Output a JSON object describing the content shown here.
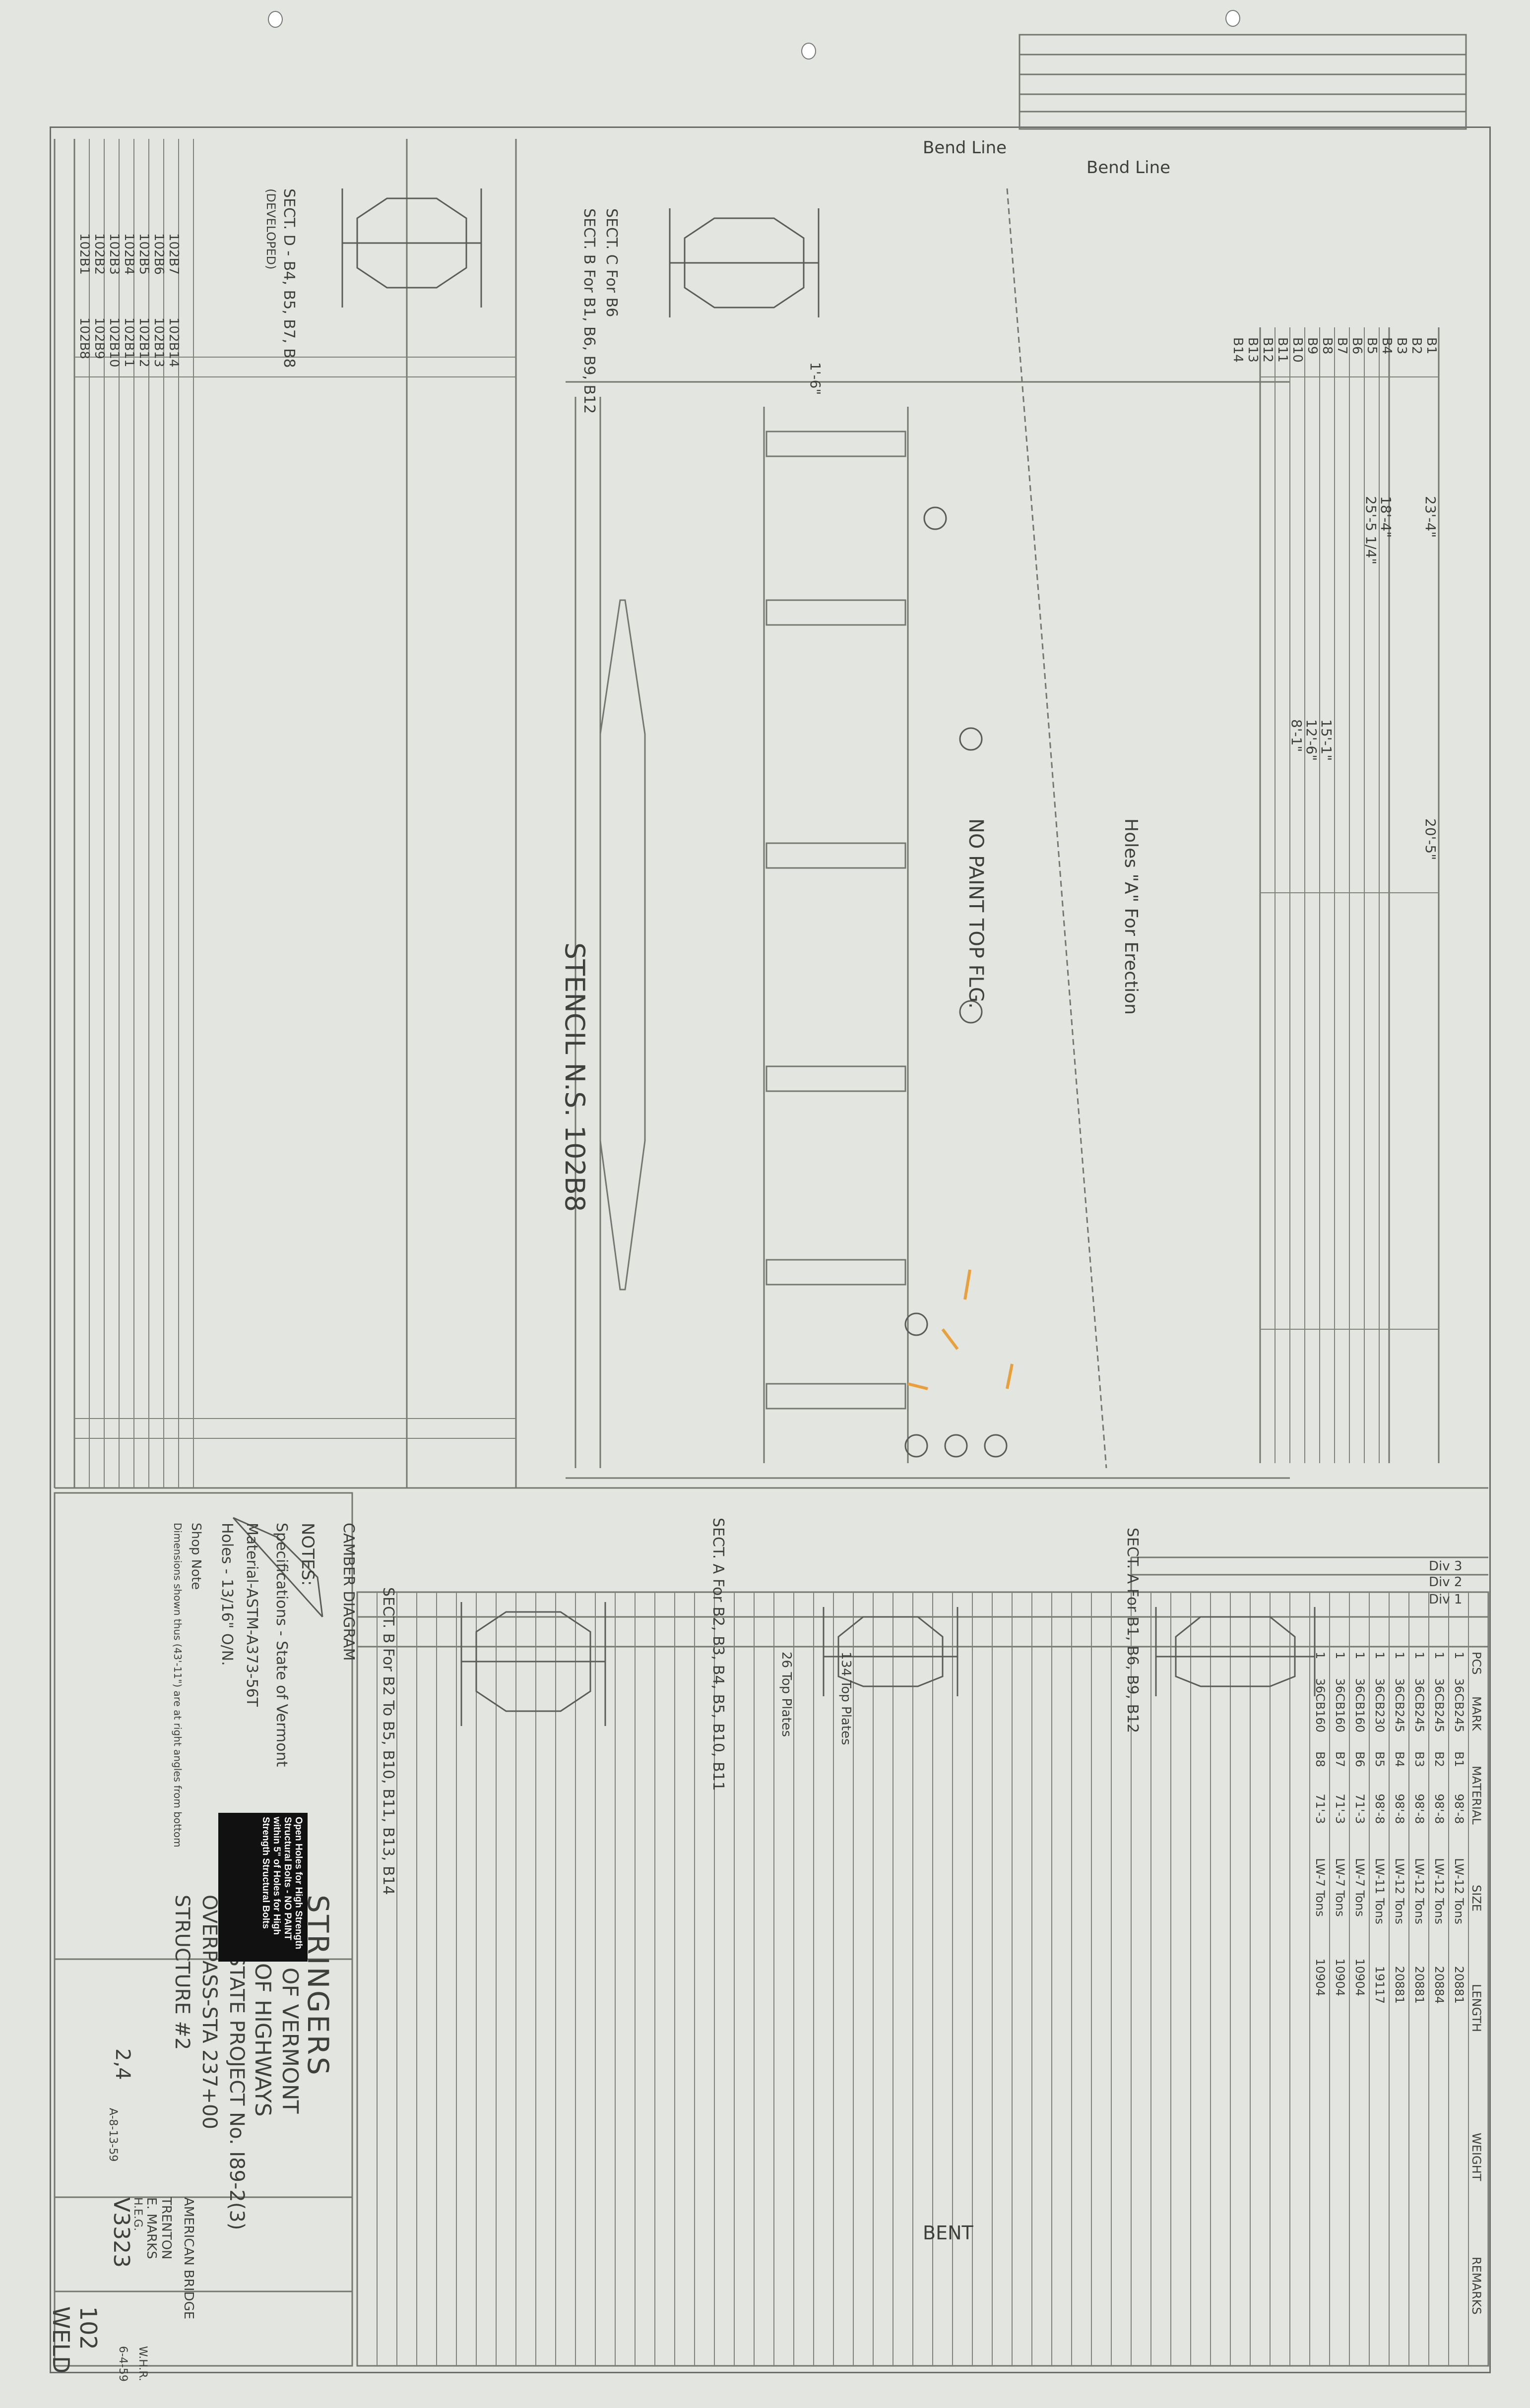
{
  "drawing": {
    "title": "STRINGERS",
    "state": "STATE OF VERMONT",
    "dept": "DEPT. OF HIGHWAYS",
    "project": "INTERSTATE PROJECT No. I89-2(3)",
    "overpass": "OVERPASS-STA 237+00",
    "structure": "STRUCTURE #2",
    "sheet_no": "102",
    "order_no": "V3323",
    "weld": "WELD",
    "bldg": "2,4",
    "company": "AMERICAN BRIDGE",
    "works": "TRENTON",
    "in_charge": "E. MARKS"
  },
  "notes": {
    "heading": "NOTES:",
    "spec": "Specifications - State of Vermont",
    "material": "Material-ASTM-A373-56T",
    "holes": "Holes - 13/16\" O/N.",
    "shop_note": "Shop Note",
    "dims": "Dimensions shown thus (43'-11\") are at right angles from bottom"
  },
  "notice": "Open Holes for High Strength Structural Bolts - NO PAINT within 5\" of Holes for High Strength Structural Bolts",
  "camber_label": "CAMBER DIAGRAM",
  "stencil": "STENCIL N.S. 102B8",
  "no_paint": "NO PAINT TOP FLG.",
  "holes_a": "Holes \"A\" For Erection",
  "sections": {
    "d": "SECT. D - B4, B5, B7, B8",
    "b": "SECT. B For B1, B6, B9, B12",
    "c": "SECT. C For B6",
    "b2": "SECT. B For B2 To B5, B10, B11, B13, B14",
    "a": "SECT. A For B2, B3, B4, B5, B10, B11",
    "a2": "SECT. A For B1, B6, B9, B12",
    "developed": "(DEVELOPED)"
  },
  "bend_line": "Bend Line",
  "marks_left": [
    "102B1",
    "102B2",
    "102B3",
    "102B4",
    "102B5",
    "102B6",
    "102B7",
    "102B8",
    "102B9",
    "102B10",
    "102B11",
    "102B12",
    "102B13",
    "102B14"
  ],
  "marks_right": [
    "B1",
    "B2",
    "B3",
    "B4",
    "B5",
    "B6",
    "B7",
    "B8",
    "B9",
    "B10",
    "B11",
    "B12",
    "B13",
    "B14"
  ],
  "dims_top": [
    "23'-4\"",
    "20'-5\"",
    "18'-4\"",
    "25'-5 1/4\"",
    "15'-1\"",
    "12'-6\"",
    "8'-1\"",
    "1'-6\""
  ],
  "bill": {
    "headers": [
      "PCS",
      "MARK",
      "MATERIAL",
      "SIZE",
      "LENGTH",
      "WEIGHT",
      "REMARKS"
    ],
    "divs": [
      "Div 3",
      "Div 2",
      "Div 1"
    ],
    "rows": [
      [
        "1",
        "36CB245",
        "B1",
        "98'-8",
        "LW-12 Tons",
        "20881"
      ],
      [
        "1",
        "36CB245",
        "B2",
        "98'-8",
        "LW-12 Tons",
        "20884"
      ],
      [
        "1",
        "36CB245",
        "B3",
        "98'-8",
        "LW-12 Tons",
        "20881"
      ],
      [
        "1",
        "36CB245",
        "B4",
        "98'-8",
        "LW-12 Tons",
        "20881"
      ],
      [
        "1",
        "36CB230",
        "B5",
        "98'-8",
        "LW-11 Tons",
        "19117"
      ],
      [
        "1",
        "36CB160",
        "B6",
        "71'-3",
        "LW-7 Tons",
        "10904"
      ],
      [
        "1",
        "36CB160",
        "B7",
        "71'-3",
        "LW-7 Tons",
        "10904"
      ],
      [
        "1",
        "36CB160",
        "B8",
        "71'-3",
        "LW-7 Tons",
        "10904"
      ]
    ],
    "misc": [
      "26 Top Plates",
      "134 Top Plates",
      "BENT"
    ]
  },
  "title_block": {
    "drawn_by": "W.H.R.",
    "checked": "H.E.G.",
    "date": "6-4-59",
    "revisions": "A-8-13-59"
  }
}
